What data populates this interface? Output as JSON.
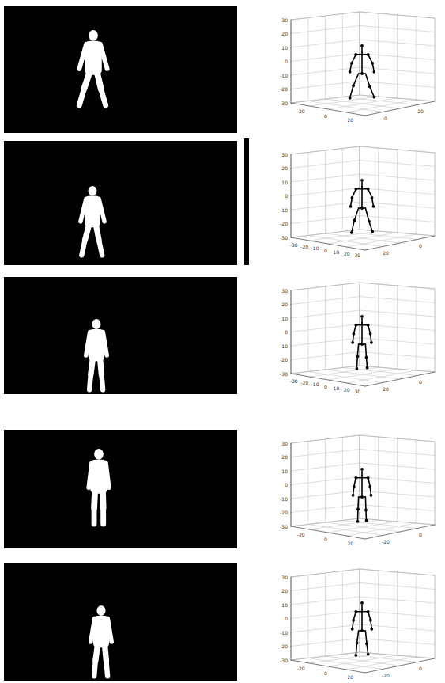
{
  "diagram": {
    "labels": [
      "30",
      "20",
      "10",
      "0",
      "-10",
      "-20",
      "-30",
      "-20",
      "0",
      "20",
      "0",
      "20",
      "30",
      "20",
      "10",
      "0",
      "-10",
      "-20",
      "-30",
      "-30",
      "-20",
      "-10",
      "0",
      "10",
      "20",
      "30",
      "20",
      "0",
      "30",
      "20",
      "10",
      "0",
      "-10",
      "-20",
      "-30",
      "-30",
      "-20",
      "-10",
      "0",
      "10",
      "20",
      "30",
      "20",
      "0",
      "30",
      "20",
      "10",
      "0",
      "-10",
      "-20",
      "-30",
      "-20",
      "0",
      "20",
      "-20",
      "0",
      "30",
      "20",
      "10",
      "0",
      "-10",
      "-20",
      "-30",
      "-20",
      "0",
      "20",
      "-20",
      "0"
    ]
  }
}
